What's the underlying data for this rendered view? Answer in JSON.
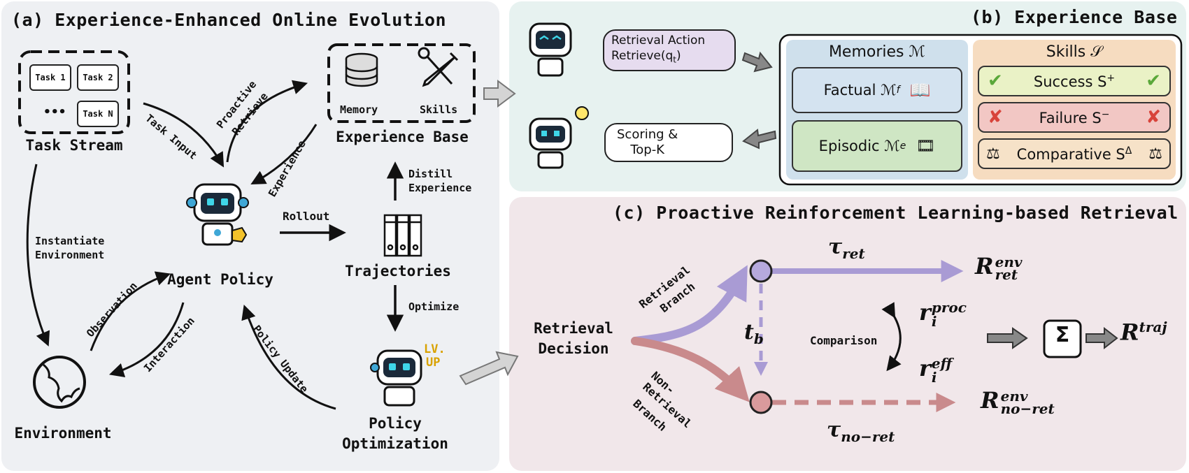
{
  "panel_a": {
    "title": "(a) Experience-Enhanced Online Evolution",
    "tasks": [
      "Task 1",
      "Task 2",
      "•••",
      "Task N"
    ],
    "task_stream": "Task Stream",
    "experience_base": "Experience Base",
    "memory_label": "Memory",
    "skills_label": "Skills",
    "agent_policy": "Agent Policy",
    "trajectories": "Trajectories",
    "environment": "Environment",
    "policy_optimization_1": "Policy",
    "policy_optimization_2": "Optimization",
    "lv_badge_1": "LV.",
    "lv_badge_2": "UP",
    "edges": {
      "task_input": "Task Input",
      "proactive_1": "Proactive",
      "proactive_2": "Retrieve",
      "experience": "Experience",
      "instantiate_1": "Instantiate",
      "instantiate_2": "Environment",
      "rollout": "Rollout",
      "distill_1": "Distill",
      "distill_2": "Experience",
      "optimize": "Optimize",
      "observation": "Observation",
      "interaction": "Interaction",
      "policy_update": "Policy Update"
    }
  },
  "panel_b": {
    "title": "(b) Experience Base",
    "retrieval_action_1": "Retrieval Action",
    "retrieval_action_2": "Retrieve(q",
    "retrieval_action_sub": "t",
    "retrieval_action_close": ")",
    "scoring_1": "Scoring &",
    "scoring_2": "Top-K",
    "memories_title": "Memories ℳ",
    "factual": "Factual ℳ",
    "factual_sup": "f",
    "episodic": "Episodic ℳ",
    "episodic_sup": "e",
    "skills_title": "Skills 𝒮",
    "success": "Success S",
    "success_sup": "+",
    "failure": "Failure S",
    "failure_sup": "−",
    "comparative": "Comparative S",
    "comparative_sup": "Δ",
    "colors": {
      "memories": "#cfe0ec",
      "skills": "#f6dcc0",
      "success": "#eaf2c6",
      "failure": "#f2c7c4",
      "comparative": "#f6e2c8",
      "factual": "#d4e3f0",
      "episodic": "#cfe6c4",
      "retrieval_pill": "#e6dcef"
    }
  },
  "panel_c": {
    "title": "(c) Proactive Reinforcement Learning-based Retrieval",
    "retrieval_decision_1": "Retrieval",
    "retrieval_decision_2": "Decision",
    "retrieval_branch_1": "Retrieval",
    "retrieval_branch_2": "Branch",
    "non_retrieval_1": "Non-",
    "non_retrieval_2": "Retrieval",
    "non_retrieval_3": "Branch",
    "tau_ret": "τ",
    "tau_ret_sub": "ret",
    "tau_noret": "τ",
    "tau_noret_sub": "no−ret",
    "tb": "t",
    "tb_sub": "b",
    "r_env_ret": "R",
    "r_env_ret_sup": "env",
    "r_env_ret_sub": "ret",
    "r_env_noret": "R",
    "r_env_noret_sup": "env",
    "r_env_noret_sub": "no−ret",
    "comparison": "Comparison",
    "r_proc": "r",
    "r_proc_sup": "proc",
    "r_proc_sub": "i",
    "r_eff": "r",
    "r_eff_sup": "eff",
    "r_eff_sub": "i",
    "sigma": "Σ",
    "r_traj": "R",
    "r_traj_sup": "traj",
    "colors": {
      "retrieval": "#a99bd4",
      "non_retrieval": "#c98a8c",
      "node_ret": "#b6a9dd",
      "node_noret": "#d99a9c"
    }
  }
}
